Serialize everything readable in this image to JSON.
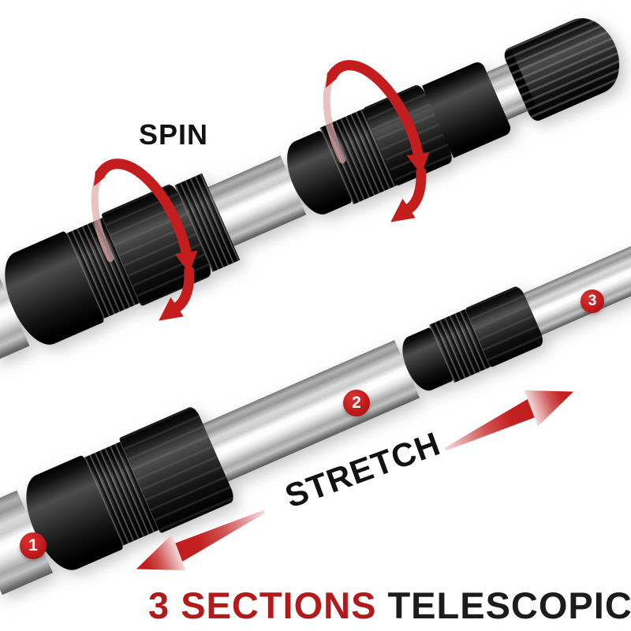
{
  "product_diagram": {
    "background_color": "#ffffff",
    "labels": {
      "spin": "SPIN",
      "stretch": "STRETCH"
    },
    "title": {
      "sections_part": "3 SECTIONS",
      "type_part": "TELESCOPIC",
      "sections_color": "#b21b1b",
      "type_color": "#1c1c1c"
    },
    "section_badges": [
      {
        "number": "1"
      },
      {
        "number": "2"
      },
      {
        "number": "3"
      }
    ],
    "colors": {
      "arrow_red": "#c32020",
      "arrow_tail_fade": "#f4dcdc",
      "badge_red": "#c01b1b",
      "pole_black": "#111111",
      "pole_silver": "#e9e9e9"
    }
  }
}
